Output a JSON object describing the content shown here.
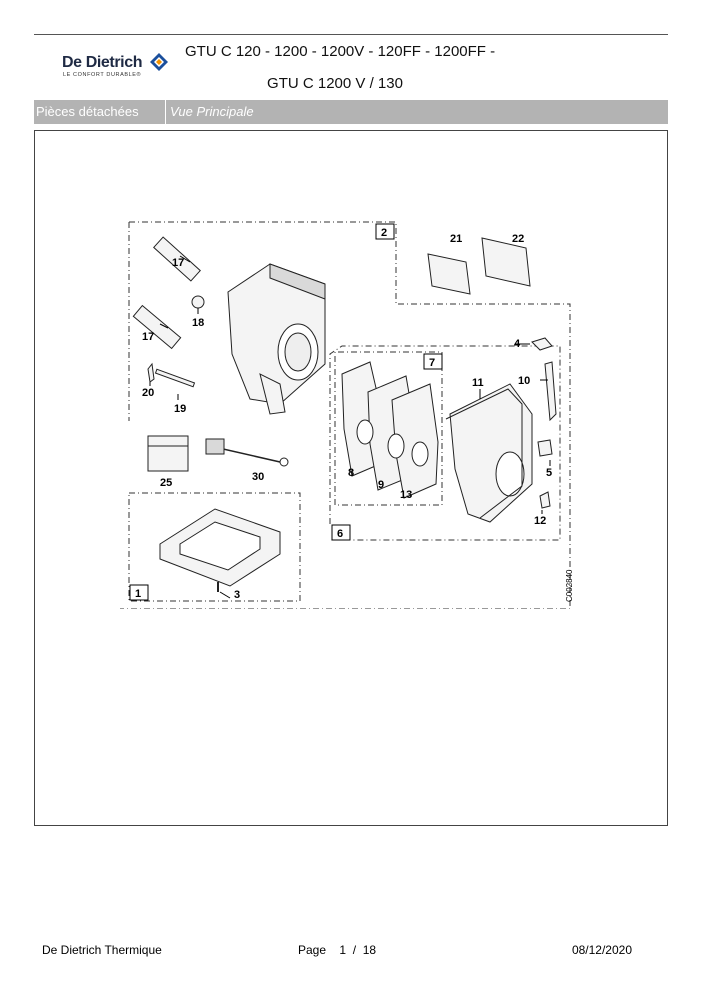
{
  "header": {
    "brand": "De Dietrich",
    "tagline": "LE CONFORT DURABLE®",
    "title_line1": "GTU C 120 - 1200 - 1200V - 120FF - 1200FF -",
    "title_line2": "GTU C 1200 V / 130"
  },
  "section_bar": {
    "category": "Pièces détachées",
    "view": "Vue Principale"
  },
  "diagram": {
    "reference_code": "C002840",
    "group_labels": [
      "1",
      "2",
      "6",
      "7"
    ],
    "callouts": [
      "3",
      "4",
      "5",
      "8",
      "9",
      "10",
      "11",
      "12",
      "13",
      "17",
      "17",
      "18",
      "19",
      "20",
      "21",
      "22",
      "25",
      "30"
    ]
  },
  "footer": {
    "company": "De Dietrich Thermique",
    "page_label": "Page",
    "page_current": "1",
    "page_separator": "/",
    "page_total": "18",
    "date": "08/12/2020"
  },
  "colors": {
    "bar_bg": "#b3b3b3",
    "logo_blue": "#1b4f9c",
    "logo_orange": "#f39200"
  }
}
